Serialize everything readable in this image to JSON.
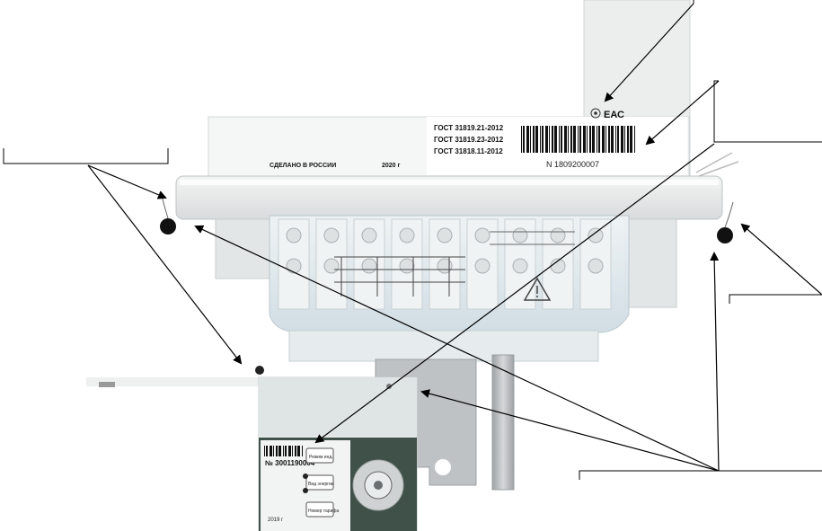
{
  "colors": {
    "body": "#f0f1f0",
    "body_shade": "#d9dcdc",
    "terminal_cover": "#e6eef2",
    "metal": "#b9bcbe",
    "label_line": "#000000",
    "seal": "#111111"
  },
  "label_plate": {
    "standard_1": "ГОСТ 31819.21-2012",
    "standard_2": "ГОСТ 31819.23-2012",
    "standard_3": "ГОСТ 31818.11-2012",
    "serial": "N 1809200007",
    "made_in": "СДЕЛАНО В РОССИИ",
    "year": "2020 г",
    "marks": "ЕАС"
  },
  "inset": {
    "serial": "№ 3001190004",
    "button_1": "Режим инд.",
    "button_2": "Вид энергии",
    "button_3": "Номер тарифа",
    "year": "2019 г"
  },
  "icons": [
    "seal-icon",
    "warning-triangle-icon",
    "eac-mark-icon",
    "metrology-mark-icon",
    "barcode-icon",
    "arrow-icon"
  ]
}
